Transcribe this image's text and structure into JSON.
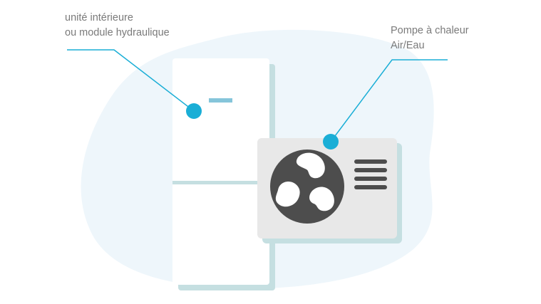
{
  "labels": {
    "indoor_unit": {
      "line1": "unité intérieure",
      "line2": "ou module hydraulique"
    },
    "heat_pump": {
      "line1": "Pompe à chaleur",
      "line2": "Air/Eau"
    }
  },
  "colors": {
    "background_blob": "#eef6fb",
    "accent_teal": "#1aaed6",
    "shadow_teal": "#c5dfe1",
    "indoor_unit_body": "#ffffff",
    "indicator_bar": "#85c5da",
    "outdoor_unit_body": "#e8e8e8",
    "fan_dark": "#4d4d4d",
    "label_text": "#7a7a7a"
  },
  "icons": {
    "indoor_unit": "indoor-unit-icon",
    "outdoor_unit": "outdoor-unit-icon",
    "fan": "fan-icon",
    "vent_grille": "vent-grille-icon"
  }
}
